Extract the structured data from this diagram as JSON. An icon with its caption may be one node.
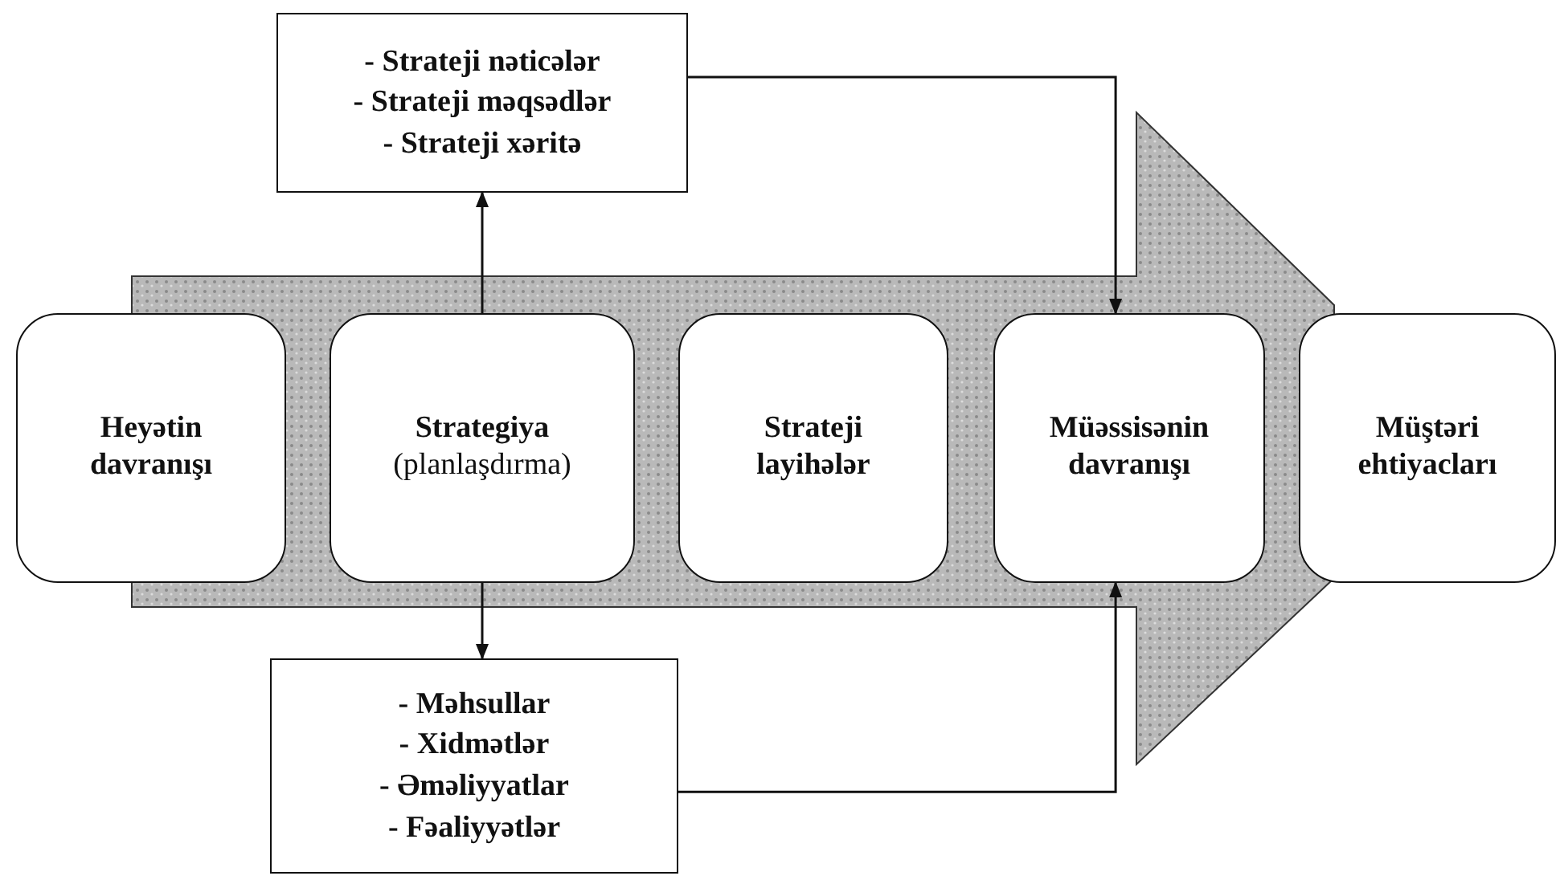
{
  "diagram": {
    "nodes": [
      {
        "text": [
          "- Strateji nəticələr",
          "- Strateji məqsədlər",
          "- Strateji xəritə"
        ]
      },
      {
        "text": [
          "Heyətin davranışı"
        ]
      },
      {
        "text": [
          "Strategiya",
          "(planlaşdırma)"
        ]
      },
      {
        "text": [
          "Strateji layihələr"
        ]
      },
      {
        "text": [
          "Müəssisənin davranışı"
        ]
      },
      {
        "text": [
          "Müştəri ehtiyacları"
        ]
      },
      {
        "text": [
          "- Məhsullar",
          "- Xidmətlər",
          "- Əməliyyatlar",
          "- Fəaliyyətlər"
        ]
      }
    ],
    "edges": [
      {
        "from": 2,
        "to": 0,
        "arrow": "to"
      },
      {
        "from": 0,
        "to": 4,
        "arrow": "to"
      },
      {
        "from": 2,
        "to": 6,
        "arrow": "to"
      },
      {
        "from": 6,
        "to": 4,
        "arrow": "to"
      }
    ]
  }
}
